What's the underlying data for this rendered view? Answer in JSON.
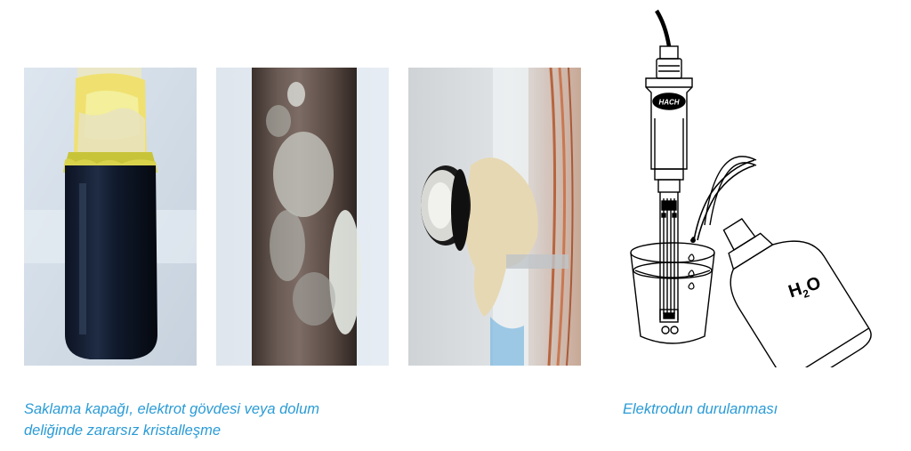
{
  "captions": {
    "left_line1": "Saklama kapağı, elektrot gövdesi veya dolum",
    "left_line2": "deliğinde zararsız kristalleşme",
    "right": "Elektrodun durulanması"
  },
  "illustration": {
    "brand_label": "HACH",
    "bottle_label_main": "H",
    "bottle_label_sub": "2",
    "bottle_label_end": "O"
  },
  "colors": {
    "caption": "#2a9bd6"
  }
}
